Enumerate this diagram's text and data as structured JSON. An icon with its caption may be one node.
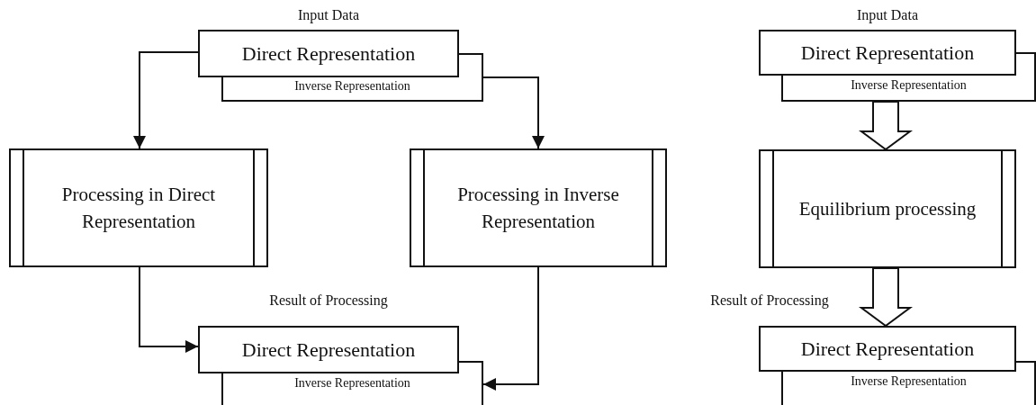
{
  "diagram": {
    "nodes": [
      {
        "text": [
          "Direct Representation"
        ],
        "beside": [
          "Input Data"
        ]
      },
      {
        "text": [
          "Inverse Representation"
        ]
      },
      {
        "text": [
          "Processing in Direct Representation"
        ]
      },
      {
        "text": [
          "Processing in Inverse Representation"
        ]
      },
      {
        "text": [
          "Direct Representation"
        ],
        "beside": [
          "Result of Processing"
        ]
      },
      {
        "text": [
          "Inverse Representation"
        ]
      },
      {
        "text": [
          "Direct Representation"
        ],
        "beside": [
          "Input Data"
        ]
      },
      {
        "text": [
          "Inverse Representation"
        ]
      },
      {
        "text": [
          "Equilibrium processing"
        ]
      },
      {
        "text": [
          "Direct Representation"
        ],
        "beside": [
          "Result of Processing"
        ]
      },
      {
        "text": [
          "Inverse Representation"
        ]
      }
    ],
    "edges": [
      {
        "from": 0,
        "to": 2,
        "arrow": "to"
      },
      {
        "from": 1,
        "to": 3,
        "arrow": "to"
      },
      {
        "from": 2,
        "to": 4,
        "arrow": "to"
      },
      {
        "from": 3,
        "to": 5,
        "arrow": "to"
      },
      {
        "from": 7,
        "to": 8,
        "arrow": "to",
        "style": "thick"
      },
      {
        "from": 8,
        "to": 9,
        "arrow": "to",
        "style": "thick"
      }
    ]
  }
}
